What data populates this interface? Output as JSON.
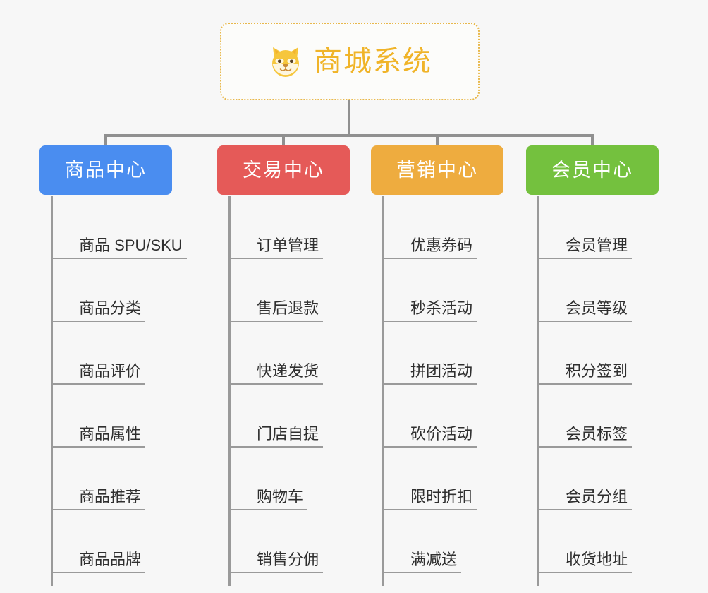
{
  "page": {
    "background_color": "#f7f7f7",
    "type": "org-chart-mindmap"
  },
  "root": {
    "title": "商城系统",
    "icon": "shiba-dog-face-icon",
    "border_color": "#e8b84b",
    "text_color": "#f0b429"
  },
  "connector_color": "#909090",
  "categories": [
    {
      "label": "商品中心",
      "color": "#4a8df0",
      "items": [
        "商品 SPU/SKU",
        "商品分类",
        "商品评价",
        "商品属性",
        "商品推荐",
        "商品品牌"
      ]
    },
    {
      "label": "交易中心",
      "color": "#e55a58",
      "items": [
        "订单管理",
        "售后退款",
        "快递发货",
        "门店自提",
        "购物车",
        "销售分佣"
      ]
    },
    {
      "label": "营销中心",
      "color": "#eeac3f",
      "items": [
        "优惠券码",
        "秒杀活动",
        "拼团活动",
        "砍价活动",
        "限时折扣",
        "满减送"
      ]
    },
    {
      "label": "会员中心",
      "color": "#74c13e",
      "items": [
        "会员管理",
        "会员等级",
        "积分签到",
        "会员标签",
        "会员分组",
        "收货地址"
      ]
    }
  ]
}
